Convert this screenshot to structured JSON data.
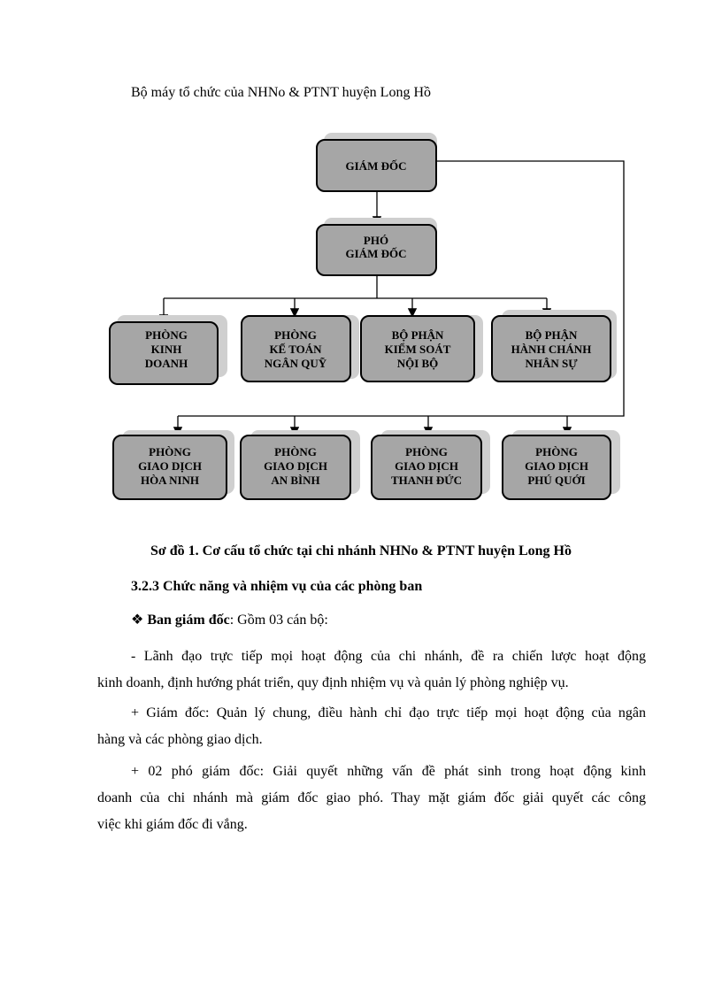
{
  "intro_text": "Bộ máy tổ chức của NHNo & PTNT huyện Long Hồ",
  "org_chart": {
    "director": [
      "GIÁM ĐỐC"
    ],
    "deputy": [
      "PHÓ",
      "GIÁM ĐỐC"
    ],
    "departments": [
      [
        "PHÒNG",
        "KINH",
        "DOANH"
      ],
      [
        "PHÒNG",
        "KẾ TOÁN",
        "NGÂN QUỸ"
      ],
      [
        "BỘ PHẬN",
        "KIỂM SOÁT",
        "NỘI BỘ"
      ],
      [
        "BỘ PHẬN",
        "HÀNH CHÁNH",
        "NHÂN SỰ"
      ]
    ],
    "transaction_offices": [
      [
        "PHÒNG",
        "GIAO DỊCH",
        "HÒA NINH"
      ],
      [
        "PHÒNG",
        "GIAO DỊCH",
        "AN BÌNH"
      ],
      [
        "PHÒNG",
        "GIAO DỊCH",
        "THANH ĐỨC"
      ],
      [
        "PHÒNG",
        "GIAO DỊCH",
        "PHÚ QUỚI"
      ]
    ]
  },
  "caption": "Sơ đồ 1. Cơ cấu tổ chức tại chi nhánh NHNo & PTNT huyện Long Hồ",
  "section_heading": "3.2.3 Chức năng và nhiệm vụ của các phòng ban",
  "board": {
    "bullet": "❖",
    "title": "Ban giám đốc",
    "rest": ": Gồm 03 cán bộ:"
  },
  "paragraphs": {
    "p1_line1": "- Lãnh đạo trực tiếp mọi hoạt động của chi nhánh, đề ra chiến lược hoạt động",
    "p1_line2": "kinh doanh, định hướng phát triển, quy định nhiệm vụ và quản lý phòng nghiệp vụ.",
    "p2_line1": "+ Giám đốc: Quản lý chung, điều hành chỉ đạo trực tiếp mọi hoạt động của ngân",
    "p2_line2": "hàng và các phòng giao dịch.",
    "p3_line1": "+ 02 phó giám đốc: Giải quyết những vấn đề phát sinh trong hoạt động kinh",
    "p3_line2": "doanh của chi nhánh mà giám đốc giao phó. Thay mặt giám đốc giải quyết các công",
    "p3_line3": "việc khi giám đốc đi vắng."
  }
}
